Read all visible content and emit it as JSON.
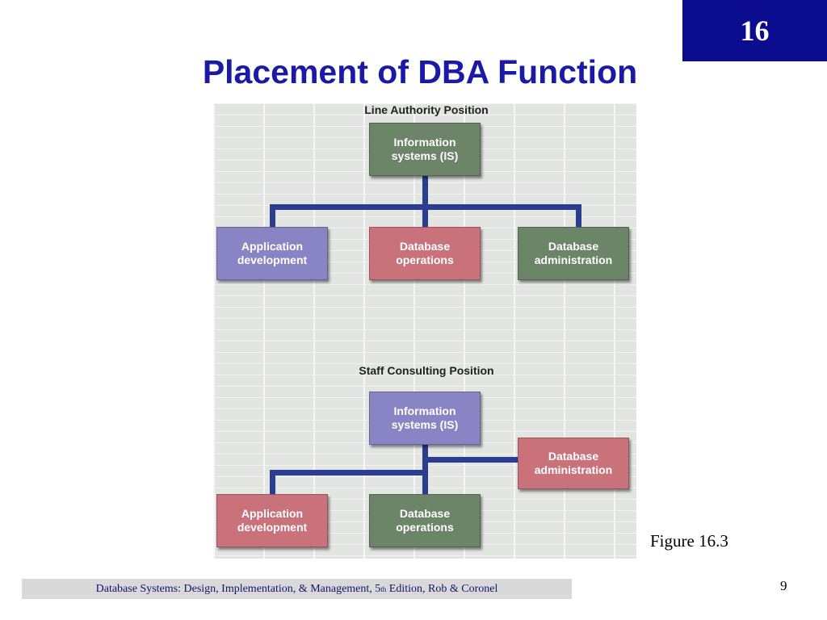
{
  "slide": {
    "chapter": "16",
    "title": "Placement of DBA Function",
    "figure_label": "Figure 16.3",
    "page_number": "9",
    "footer": {
      "before": "Database Systems: Design, Implementation, & Management, 5",
      "sup": "th",
      "after": " Edition, Rob & Coronel"
    }
  },
  "diagram": {
    "line": {
      "heading": "Line Authority Position",
      "root": "Information systems (IS)",
      "children": [
        "Application development",
        "Database operations",
        "Database administration"
      ]
    },
    "staff": {
      "heading": "Staff Consulting Position",
      "root": "Information systems (IS)",
      "staff_unit": "Database administration",
      "children": [
        "Application development",
        "Database operations"
      ]
    }
  },
  "colors": {
    "accent": "#1a1aa6",
    "green": "#6c8468",
    "purple": "#8985c5",
    "pink": "#c9727b",
    "connector": "#2b3d8e"
  }
}
